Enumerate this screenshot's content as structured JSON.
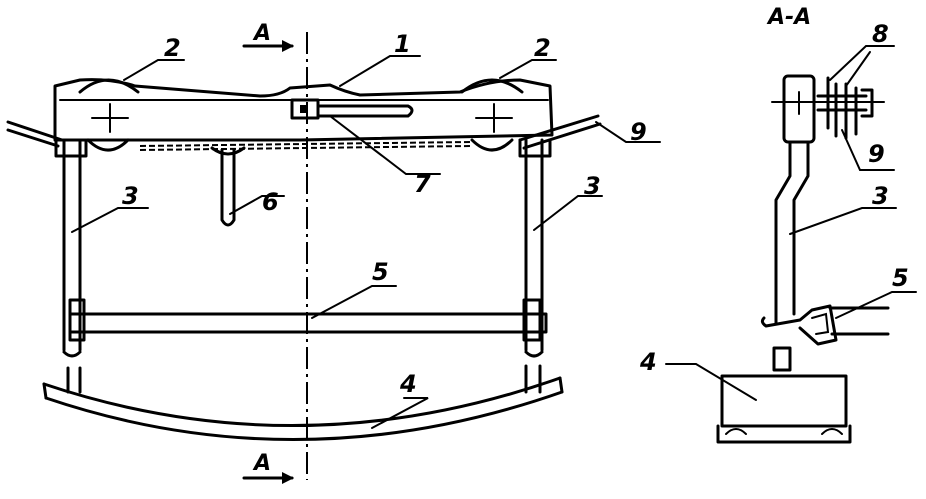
{
  "labels": {
    "section_top": "A",
    "section_bottom": "A",
    "section_title": "A-A",
    "p1": "1",
    "p2_left": "2",
    "p2_right": "2",
    "p3_left": "3",
    "p3_right": "3",
    "p3_side": "3",
    "p4_main": "4",
    "p4_side": "4",
    "p5_main": "5",
    "p5_side": "5",
    "p6": "6",
    "p7": "7",
    "p8": "8",
    "p9_main": "9",
    "p9_side": "9"
  }
}
